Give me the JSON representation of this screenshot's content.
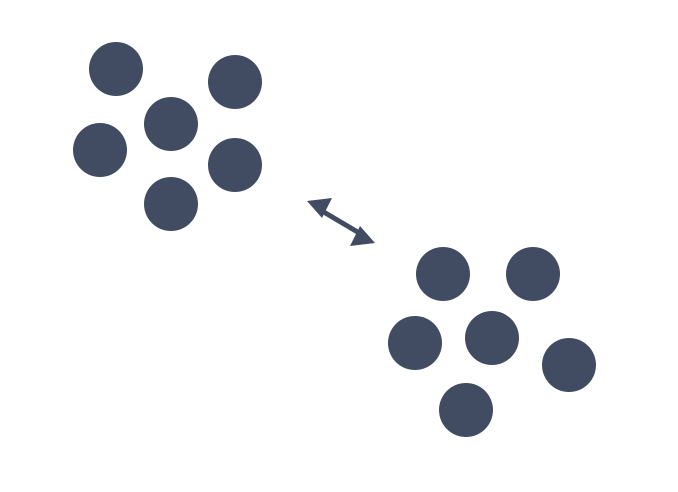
{
  "diagram": {
    "dot_color": "#414c63",
    "background_color": "#ffffff",
    "groups": [
      {
        "count": 6
      },
      {
        "count": 6
      }
    ],
    "connector": {
      "icon": "double-headed-arrow-icon",
      "direction": "bidirectional"
    }
  }
}
